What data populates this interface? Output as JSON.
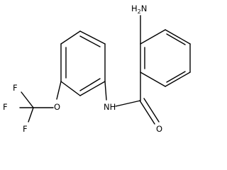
{
  "molecule": {
    "atoms": {
      "amine": {
        "main": "H",
        "sub": "2",
        "tail": "N"
      },
      "amide_nh": "NH",
      "carbonyl_o": "O",
      "ether_o": "O",
      "fluorine_1": "F",
      "fluorine_2": "F",
      "fluorine_3": "F"
    },
    "colors": {
      "bond": "#000000",
      "label": "#000000",
      "background": "#ffffff"
    }
  }
}
